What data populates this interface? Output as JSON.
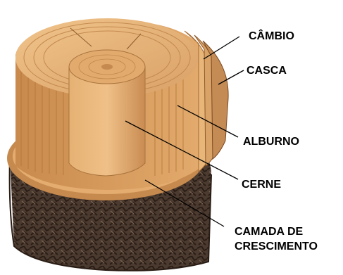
{
  "diagram": {
    "labels": {
      "cambio": "CÂMBIO",
      "casca": "CASCA",
      "alburno": "ALBURNO",
      "cerne": "CERNE",
      "camada_line1": "CAMADA DE",
      "camada_line2": "CRESCIMENTO"
    },
    "colors": {
      "bark_dark": "#3a2a1f",
      "bark_mid": "#5b463a",
      "wood_light": "#e8b57a",
      "wood_mid": "#d39c62",
      "wood_dark": "#b47a42",
      "heartwood": "#dba56a",
      "line": "#000000"
    }
  }
}
